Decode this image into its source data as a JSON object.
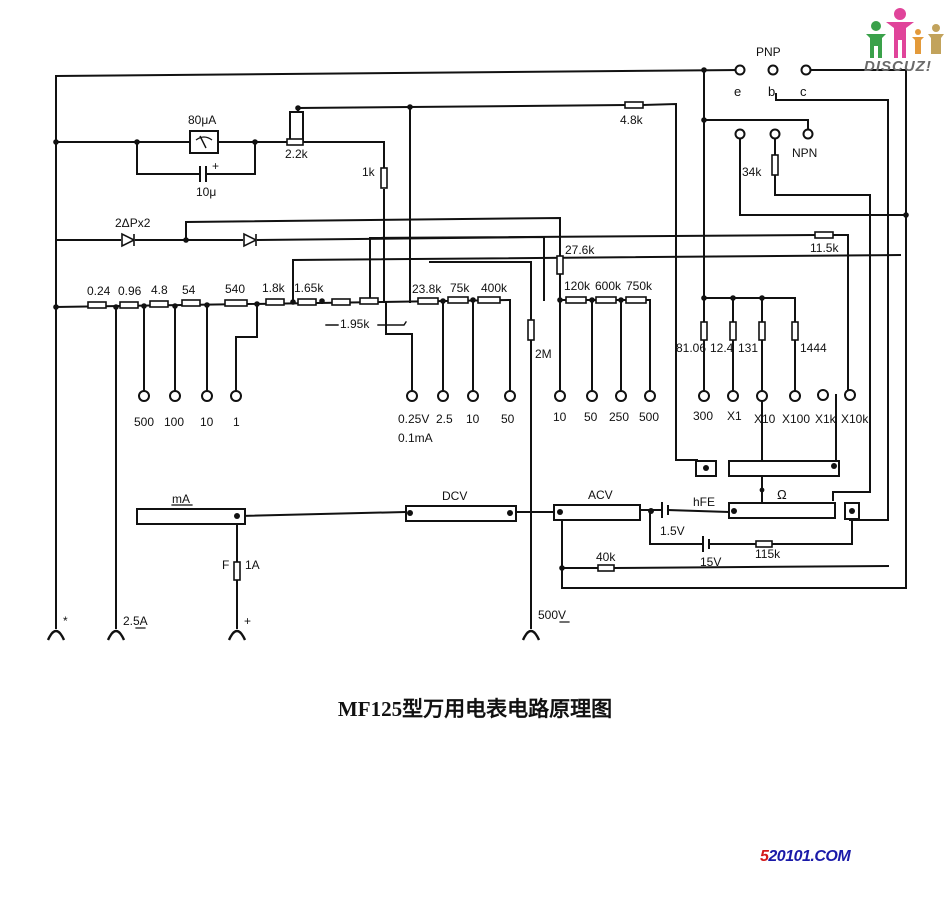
{
  "diagram": {
    "title": "MF125型万用电表电路原理图",
    "meter": {
      "label": "80μA",
      "cap_label": "10μ",
      "cap_polarity": "+"
    },
    "pot_2_2k": "2.2k",
    "r_1k": "1k",
    "r_4_8k_top": "4.8k",
    "diodes_label": "2ΔPx2",
    "r_27_6k": "27.6k",
    "r_11_5k": "11.5k",
    "r_34k": "34k",
    "r_2M": "2M",
    "r_1_95k": "1.95k",
    "shunt_chain": [
      "0.24",
      "0.96",
      "4.8",
      "54",
      "540",
      "1.8k",
      "1.65k"
    ],
    "dcv_chain": [
      "23.8k",
      "75k",
      "400k"
    ],
    "acv_chain": [
      "120k",
      "600k",
      "750k"
    ],
    "ohm_resistors": [
      "81.06",
      "12.4",
      "131",
      "1444"
    ],
    "dc_ma_ranges": [
      "500",
      "100",
      "10",
      "1"
    ],
    "dcv_ranges": [
      "0.25V",
      "2.5",
      "10",
      "50"
    ],
    "dcv_range_sub": "0.1mA",
    "acv_ranges": [
      "10",
      "50",
      "250",
      "500"
    ],
    "ohm_ranges": [
      "300",
      "X1",
      "X10",
      "X100",
      "X1k",
      "X10k"
    ],
    "transistor": {
      "pnp_label": "PNP",
      "npn_label": "NPN",
      "pins": [
        "e",
        "b",
        "c"
      ]
    },
    "switch_sections": {
      "ma": "mA",
      "dcv": "DCV",
      "acv": "ACV",
      "ohm": "Ω",
      "hfe": "hFE"
    },
    "batteries": [
      "1.5V",
      "15V"
    ],
    "r_40k": "40k",
    "r_115k": "115k",
    "fuse": {
      "label": "F",
      "rating": "1A"
    },
    "jacks": [
      "*",
      "2.5A",
      "+",
      "500V"
    ]
  },
  "watermarks": {
    "site_first": "5",
    "site_rest": "20101.COM",
    "logo_text": "DISCUZ!"
  }
}
